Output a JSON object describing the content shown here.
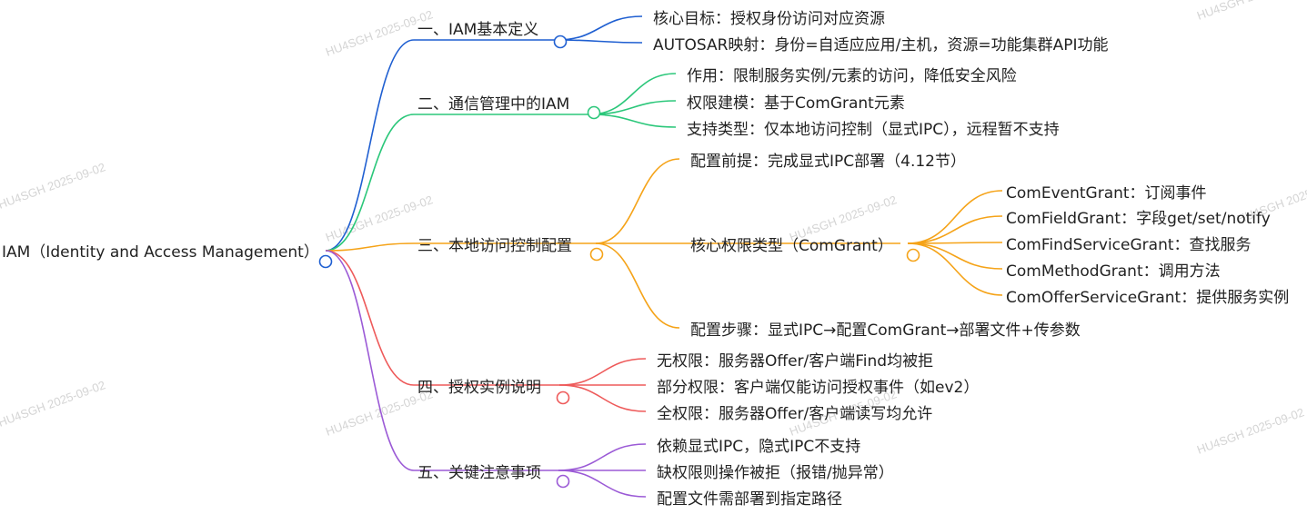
{
  "watermark": [
    "HU4SGH",
    "2025-09-02"
  ],
  "root": {
    "label": "IAM（Identity and Access Management）"
  },
  "colors": [
    "#1f5fd1",
    "#2bc77a",
    "#f5a318",
    "#ee5a5a",
    "#9b5ad6"
  ],
  "branches": [
    {
      "label": "一、IAM基本定义",
      "children": [
        {
          "label": "核心目标：授权身份访问对应资源"
        },
        {
          "label": "AUTOSAR映射：身份=自适应应用/主机，资源=功能集群API功能"
        }
      ]
    },
    {
      "label": "二、通信管理中的IAM",
      "children": [
        {
          "label": "作用：限制服务实例/元素的访问，降低安全风险"
        },
        {
          "label": "权限建模：基于ComGrant元素"
        },
        {
          "label": "支持类型：仅本地访问控制（显式IPC），远程暂不支持"
        }
      ]
    },
    {
      "label": "三、本地访问控制配置",
      "children": [
        {
          "label": "配置前提：完成显式IPC部署（4.12节）"
        },
        {
          "label": "核心权限类型（ComGrant）",
          "children": [
            {
              "label": "ComEventGrant：订阅事件"
            },
            {
              "label": "ComFieldGrant：字段get/set/notify"
            },
            {
              "label": "ComFindServiceGrant：查找服务"
            },
            {
              "label": "ComMethodGrant：调用方法"
            },
            {
              "label": "ComOfferServiceGrant：提供服务实例"
            }
          ]
        },
        {
          "label": "配置步骤：显式IPC→配置ComGrant→部署文件+传参数"
        }
      ]
    },
    {
      "label": "四、授权实例说明",
      "children": [
        {
          "label": "无权限：服务器Offer/客户端Find均被拒"
        },
        {
          "label": "部分权限：客户端仅能访问授权事件（如ev2）"
        },
        {
          "label": "全权限：服务器Offer/客户端读写均允许"
        }
      ]
    },
    {
      "label": "五、关键注意事项",
      "children": [
        {
          "label": "依赖显式IPC，隐式IPC不支持"
        },
        {
          "label": "缺权限则操作被拒（报错/抛异常）"
        },
        {
          "label": "配置文件需部署到指定路径"
        }
      ]
    }
  ]
}
